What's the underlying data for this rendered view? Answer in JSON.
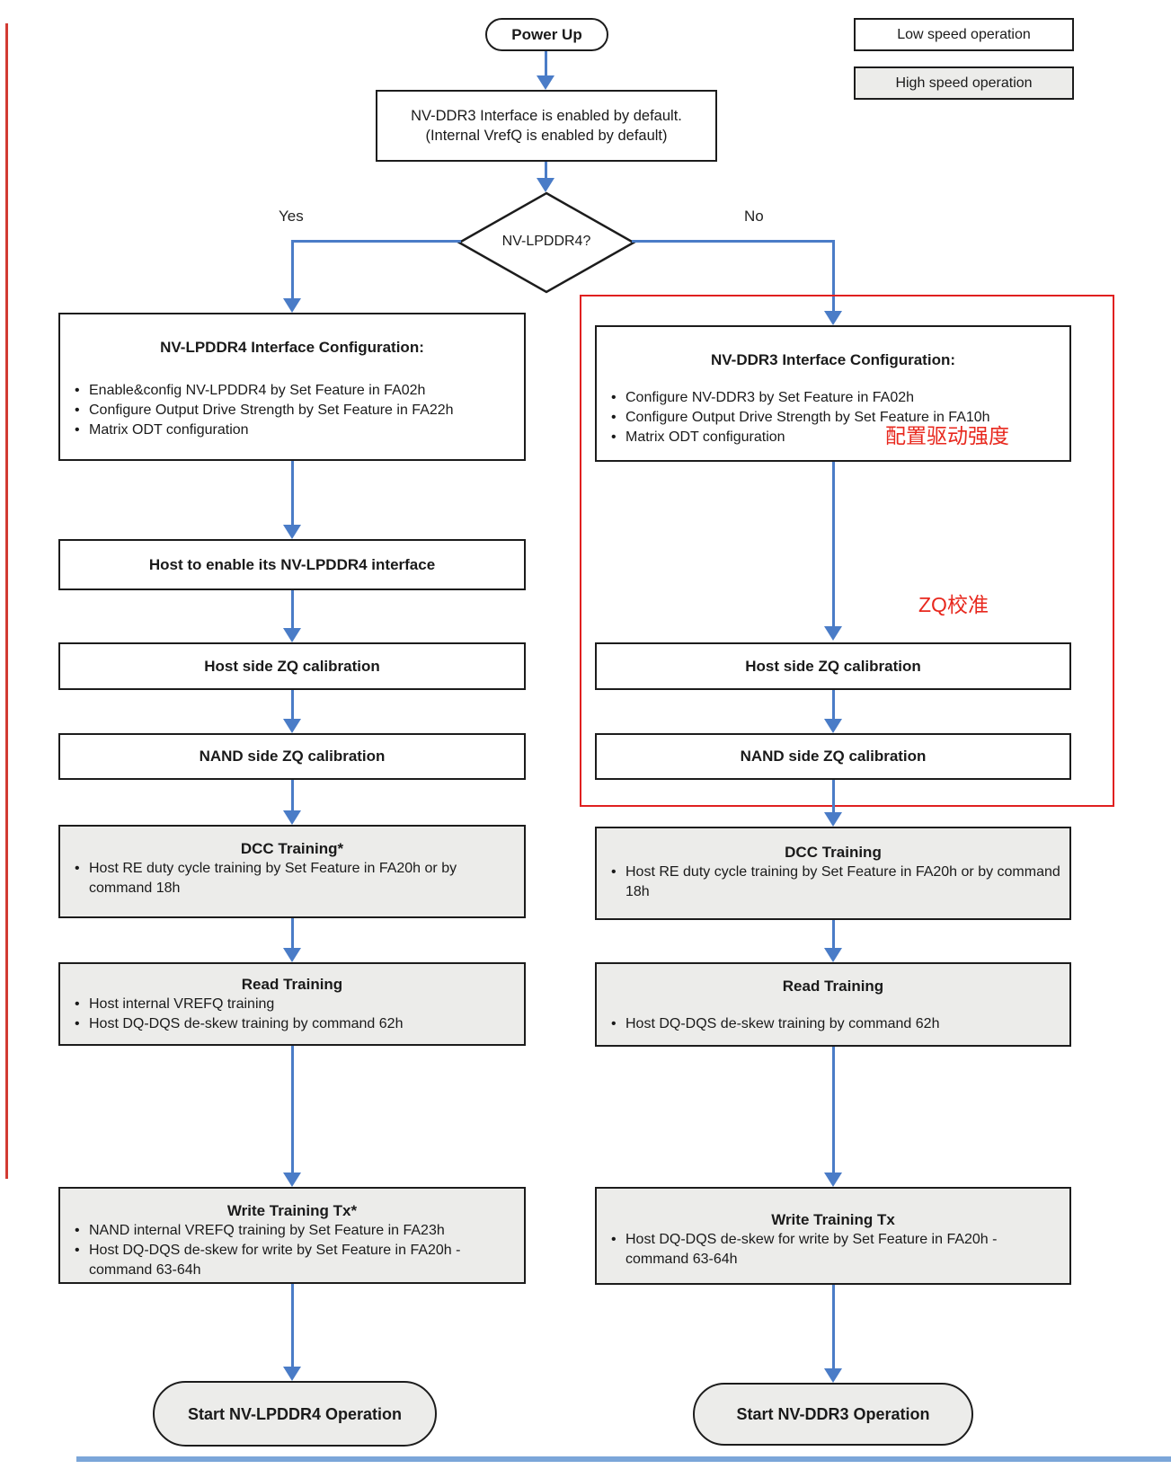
{
  "colors": {
    "arrow_blue": "#4a7cc7",
    "annotation_red": "#e8281e",
    "high_speed_fill": "#ececea",
    "low_speed_fill": "#ffffff",
    "box_border": "#1c1c1c"
  },
  "legend": {
    "low_speed": "Low speed operation",
    "high_speed": "High speed operation"
  },
  "start": {
    "label": "Power Up"
  },
  "default_box": {
    "line1": "NV-DDR3 Interface is enabled by default.",
    "line2": "(Internal VrefQ is enabled by default)"
  },
  "decision": {
    "label": "NV-LPDDR4?",
    "yes": "Yes",
    "no": "No"
  },
  "left": {
    "config": {
      "title": "NV-LPDDR4 Interface Configuration:",
      "bullets": [
        "Enable&config NV-LPDDR4 by Set Feature in FA02h",
        "Configure Output Drive Strength  by Set Feature in FA22h",
        "Matrix ODT configuration"
      ]
    },
    "host_enable": {
      "title": "Host to enable its NV-LPDDR4 interface"
    },
    "host_zq": {
      "title": "Host side ZQ calibration"
    },
    "nand_zq": {
      "title": "NAND side ZQ calibration"
    },
    "dcc": {
      "title": "DCC Training*",
      "bullets": [
        "Host RE duty cycle training by Set Feature in FA20h or by command 18h"
      ]
    },
    "read": {
      "title": "Read Training",
      "bullets": [
        "Host internal VREFQ training",
        "Host DQ-DQS de-skew training by command 62h"
      ]
    },
    "write": {
      "title": "Write Training Tx*",
      "bullets": [
        "NAND internal VREFQ training by Set Feature in FA23h",
        "Host  DQ-DQS de-skew for write by Set Feature in FA20h - command 63-64h"
      ]
    },
    "end": {
      "label": "Start NV-LPDDR4 Operation"
    }
  },
  "right": {
    "config": {
      "title": "NV-DDR3 Interface Configuration:",
      "bullets": [
        "Configure NV-DDR3 by Set Feature in FA02h",
        "Configure Output Drive Strength by Set Feature in FA10h",
        "Matrix ODT configuration"
      ]
    },
    "host_zq": {
      "title": "Host side ZQ calibration"
    },
    "nand_zq": {
      "title": "NAND side ZQ calibration"
    },
    "dcc": {
      "title": "DCC Training",
      "bullets": [
        "Host RE duty cycle training by Set Feature in FA20h or by command 18h"
      ]
    },
    "read": {
      "title": "Read Training",
      "bullets": [
        "Host DQ-DQS de-skew training by command 62h"
      ]
    },
    "write": {
      "title": "Write Training Tx",
      "bullets": [
        "Host  DQ-DQS de-skew for write by Set Feature in FA20h - command 63-64h"
      ]
    },
    "end": {
      "label": "Start NV-DDR3 Operation"
    }
  },
  "annotations": {
    "drive_strength": "配置驱动强度",
    "zq_calibration": "ZQ校准"
  }
}
